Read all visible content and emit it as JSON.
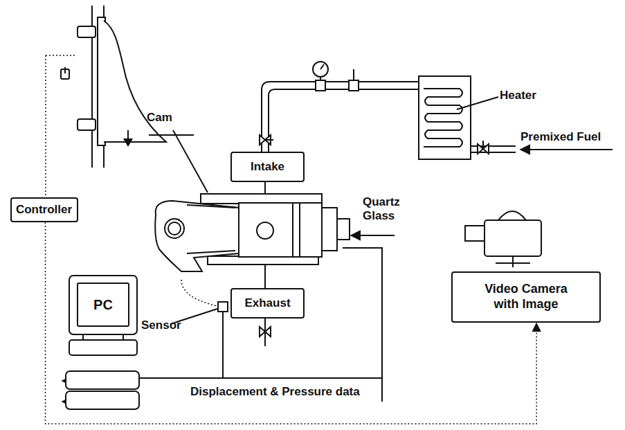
{
  "diagram": {
    "nodes": [
      {
        "text": [
          "Intake"
        ]
      },
      {
        "text": [
          "Exhaust"
        ]
      },
      {
        "text": [
          "Controller"
        ]
      },
      {
        "text": [
          "PC"
        ]
      },
      {
        "text": [
          "Video Camera with Image"
        ]
      }
    ],
    "edges": [
      {
        "from": 2,
        "to": 4,
        "arrow": "to"
      }
    ],
    "labels": [
      "Cam",
      "Heater",
      "Premixed Fuel",
      "Quartz Glass",
      "Sensor",
      "Displacement & Pressure data"
    ]
  }
}
